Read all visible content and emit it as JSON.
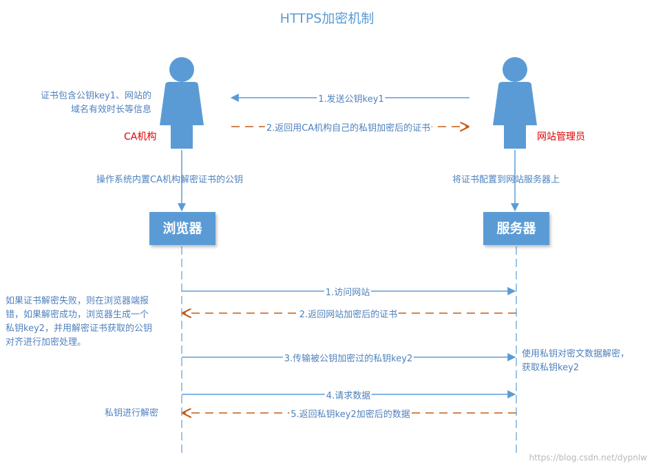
{
  "title": "HTTPS加密机制",
  "actors": {
    "ca_label": "CA机构",
    "admin_label": "网站管理员",
    "ca_note": "证书包含公钥key1、网站的\n域名有效时长等信息"
  },
  "top_messages": {
    "m1": "1.发送公钥key1",
    "m2": "2.返回用CA机构自己的私钥加密后的证书"
  },
  "setup_notes": {
    "browser_side": "操作系统内置CA机构解密证书的公钥",
    "server_side": "将证书配置到网站服务器上"
  },
  "lifelines": {
    "browser": "浏览器",
    "server": "服务器"
  },
  "messages": [
    {
      "label": "1.访问网站",
      "direction": "to-server",
      "style": "solid"
    },
    {
      "label": "2.返回网站加密后的证书",
      "direction": "to-browser",
      "style": "dashed"
    },
    {
      "label": "3.传输被公钥加密过的私钥key2",
      "direction": "to-server",
      "style": "solid"
    },
    {
      "label": "4.请求数据",
      "direction": "to-server",
      "style": "solid"
    },
    {
      "label": "5.返回私钥key2加密后的数据",
      "direction": "to-browser",
      "style": "dashed"
    }
  ],
  "side_notes": {
    "browser_handling": "如果证书解密失败，则在浏览器端报\n错，如果解密成功，浏览器生成一个\n私钥key2，并用解密证书获取的公钥\n对齐进行加密处理。",
    "server_decrypt": "使用私钥对密文数据解密，\n获取私钥key2",
    "browser_decrypt": "私钥进行解密"
  },
  "watermark": "https://blog.csdn.net/dypnlw",
  "colors": {
    "blue": "#5b9bd5",
    "orange": "#c55a11",
    "text_blue": "#4f81bd",
    "red": "#e00000"
  }
}
